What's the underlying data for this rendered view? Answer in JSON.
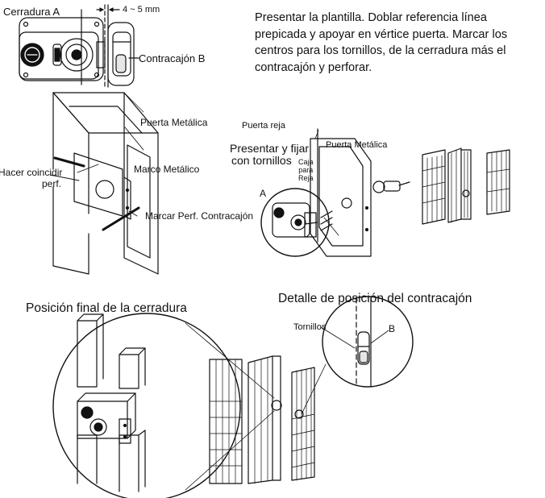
{
  "labels": {
    "cerradura_a": "Cerradura A",
    "gap": "4 ~ 5 mm",
    "contracajon_b": "Contracajón B",
    "puerta_metalica_1": "Puerta Metálica",
    "hacer_coincidir": "Hacer coincidir",
    "perf": "perf.",
    "marco_metalico": "Marco Metálico",
    "marcar_perf": "Marcar Perf. Contracajón",
    "puerta_reja": "Puerta reja",
    "presentar_1": "Presentar y fijar",
    "presentar_2": "con tornillos",
    "puerta_metalica_2": "Puerta Metálica",
    "caja": "Caja",
    "para": "para",
    "reja": "Reja",
    "a": "A",
    "posicion_final": "Posición final de la cerradura",
    "detalle": "Detalle de posición del contracajón",
    "tornillos": "Tornillos",
    "b": "B"
  },
  "instructions": "Presentar la plantilla. Doblar referencia línea prepicada y apoyar en vértice puerta. Marcar los centros para los tornillos, de la cerradura más el contracajón y perforar."
}
